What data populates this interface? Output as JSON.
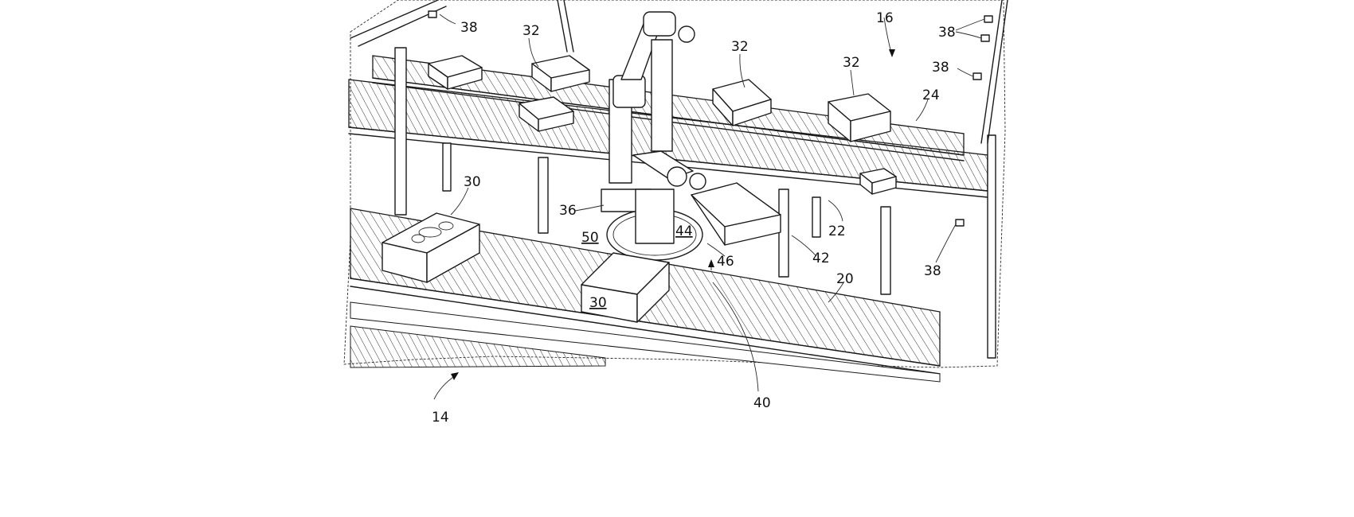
{
  "figure": {
    "reference_numerals": {
      "system": "14",
      "workcell": "16",
      "first_conveyor": "20",
      "second_conveyor": "22",
      "third_conveyor": "24",
      "source_container": "30",
      "destination_container": "32",
      "robot": "36",
      "camera": "38",
      "tote": "30",
      "fixture": "40",
      "chute": "42",
      "platform": "44",
      "base": "46",
      "zone": "50"
    }
  }
}
